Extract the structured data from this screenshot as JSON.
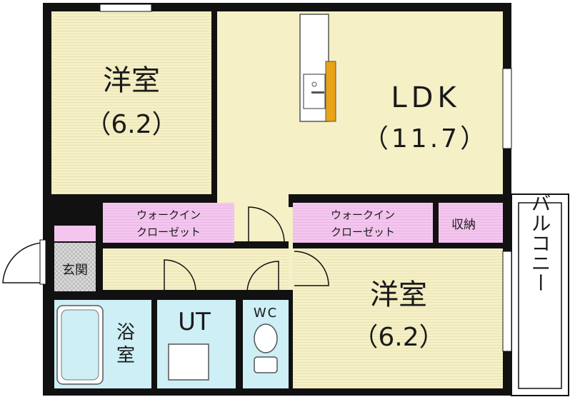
{
  "rooms": {
    "western_top": {
      "name": "洋室",
      "size": "（6.2）"
    },
    "ldk": {
      "name": "LDK",
      "size": "（11.7）"
    },
    "western_bottom": {
      "name": "洋室",
      "size": "（6.2）"
    },
    "walkin_left": {
      "line1": "ウォークイン",
      "line2": "クローゼット"
    },
    "walkin_right": {
      "line1": "ウォークイン",
      "line2": "クローゼット"
    },
    "storage": {
      "name": "収納"
    },
    "entrance": {
      "name": "玄関"
    },
    "bath": {
      "line1": "浴",
      "line2": "室"
    },
    "ut": {
      "name": "UT"
    },
    "wc": {
      "name": "WC"
    },
    "balcony": {
      "name": "バルコニー"
    }
  },
  "colors": {
    "wall": "#111111",
    "room_floor": "#f5f0c6",
    "closet": "#f4c6ef",
    "wet_area": "#cdeff5",
    "entrance_tile": "#d6d6d6",
    "kitchen_accent": "#e8a317",
    "background": "#ffffff"
  }
}
